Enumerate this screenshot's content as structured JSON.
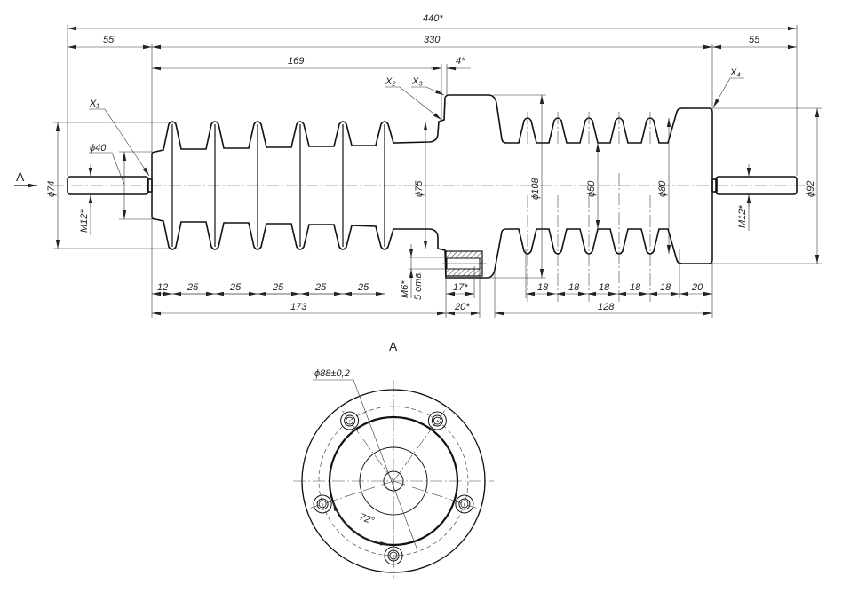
{
  "view_label": "A",
  "section_view_label": "A",
  "dimensions": {
    "overall": "440*",
    "left_stud": "55",
    "body": "330",
    "right_stud": "55",
    "left_section": "169",
    "step": "4*",
    "dia_74": "ϕ74",
    "dia_40": "ϕ40",
    "thread_left": "M12*",
    "thread_right": "M12*",
    "dia_75": "ϕ75",
    "dia_108": "ϕ108",
    "dia_50": "ϕ50",
    "dia_80": "ϕ80",
    "dia_92": "ϕ92",
    "m6": "M6*",
    "holes": "5 отв.",
    "left_pitches": [
      "12",
      "25",
      "25",
      "25",
      "25",
      "25"
    ],
    "left_total": "173",
    "insert_17": "17*",
    "insert_20": "20*",
    "right_pitches": [
      "18",
      "18",
      "18",
      "18",
      "18",
      "20"
    ],
    "right_total": "128",
    "bolt_circle": "ϕ88±0,2",
    "angle": "72°"
  },
  "markers": {
    "x1": "X₁",
    "x2": "X₂",
    "x3": "X₃",
    "x4": "X₄"
  }
}
